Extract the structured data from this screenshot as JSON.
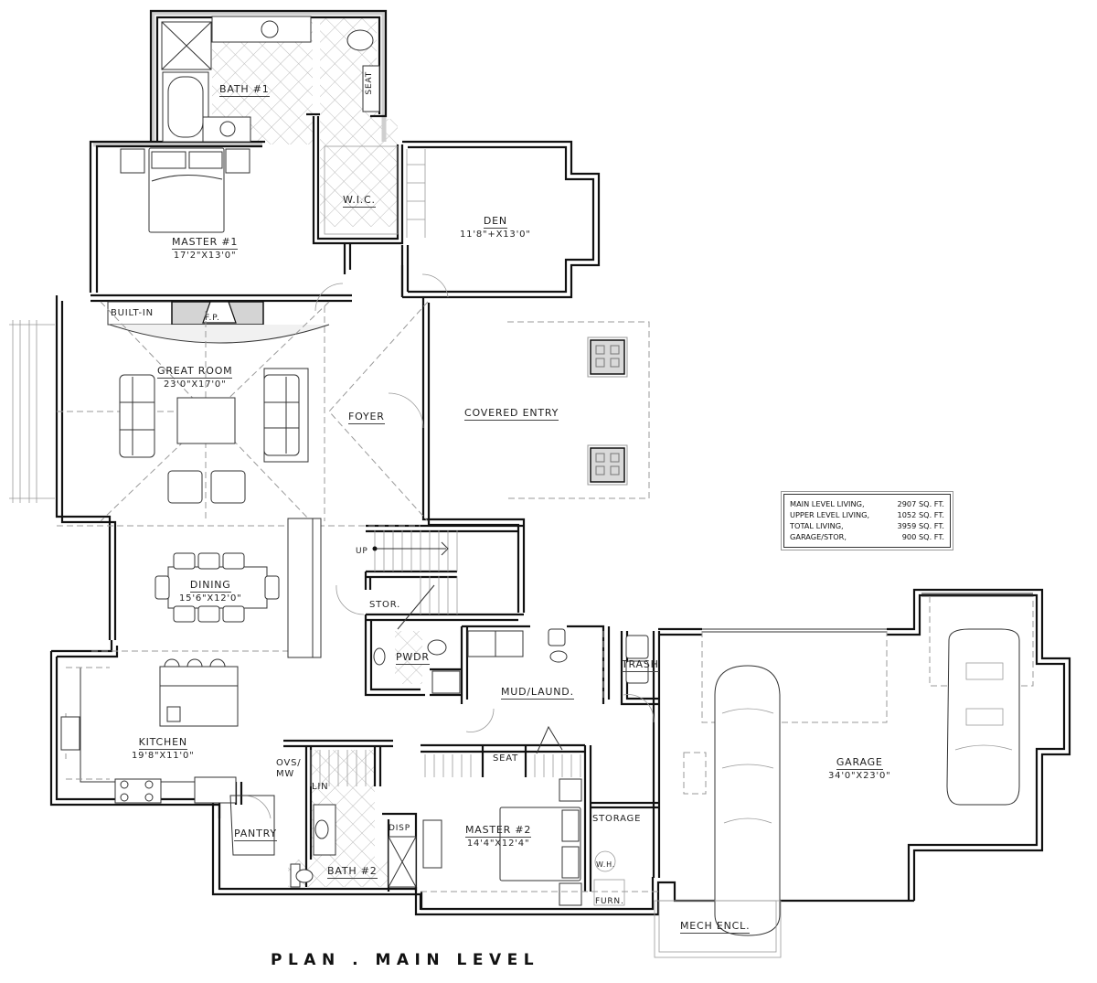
{
  "title": "PLAN . MAIN LEVEL",
  "rooms": {
    "bath1": {
      "name": "BATH #1"
    },
    "seat_upper": {
      "name": "SEAT"
    },
    "master1": {
      "name": "MASTER #1",
      "size": "17'2\"X13'0\""
    },
    "wic": {
      "name": "W.I.C."
    },
    "den": {
      "name": "DEN",
      "size": "11'8\"+X13'0\""
    },
    "built_in": {
      "name": "BUILT-IN"
    },
    "fireplace": {
      "name": "F.P."
    },
    "great_room": {
      "name": "GREAT ROOM",
      "size": "23'0\"X17'0\""
    },
    "foyer": {
      "name": "FOYER"
    },
    "covered_entry": {
      "name": "COVERED ENTRY"
    },
    "dining": {
      "name": "DINING",
      "size": "15'6\"X12'0\""
    },
    "stair_up": {
      "name": "UP"
    },
    "stor": {
      "name": "STOR."
    },
    "pwdr": {
      "name": "PWDR"
    },
    "mud_laund": {
      "name": "MUD/LAUND."
    },
    "trash": {
      "name": "TRASH"
    },
    "kitchen": {
      "name": "KITCHEN",
      "size": "19'8\"X11'0\""
    },
    "ovs_mw": {
      "name_line1": "OVS/",
      "name_line2": "MW"
    },
    "lin": {
      "name": "LIN"
    },
    "seat_lower": {
      "name": "SEAT"
    },
    "pantry": {
      "name": "PANTRY"
    },
    "bath2": {
      "name": "BATH #2"
    },
    "disp": {
      "name": "DISP"
    },
    "master2": {
      "name": "MASTER #2",
      "size": "14'4\"X12'4\""
    },
    "storage": {
      "name": "STORAGE"
    },
    "wh": {
      "name": "W.H."
    },
    "furn": {
      "name": "FURN."
    },
    "garage": {
      "name": "GARAGE",
      "size": "34'0\"X23'0\""
    },
    "mech_encl": {
      "name": "MECH ENCL."
    }
  },
  "square_footage": [
    {
      "label": "MAIN LEVEL LIVING,",
      "value": "2907 SQ. FT."
    },
    {
      "label": "UPPER LEVEL LIVING,",
      "value": "1052 SQ. FT."
    },
    {
      "label": "TOTAL  LIVING,",
      "value": "3959 SQ. FT."
    },
    {
      "label": "GARAGE/STOR,",
      "value": "900 SQ. FT."
    }
  ]
}
